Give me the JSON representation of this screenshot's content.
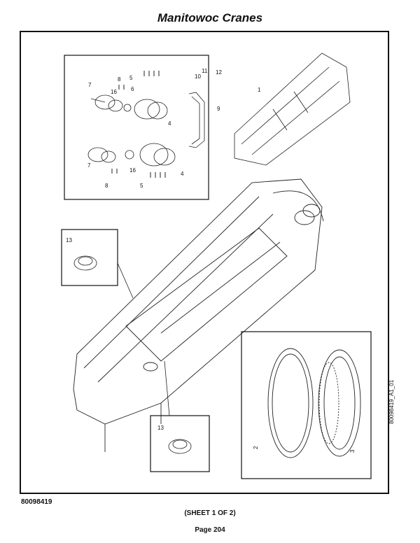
{
  "header": {
    "title": "Manitowoc Cranes"
  },
  "footer": {
    "doc_number": "80098419",
    "sheet": "(SHEET 1 OF 2)",
    "page": "Page 204"
  },
  "figure": {
    "figure_id": "80098419_A1_01",
    "callouts": [
      "1",
      "2",
      "3",
      "4",
      "4",
      "5",
      "5",
      "6",
      "7",
      "7",
      "8",
      "8",
      "9",
      "10",
      "11",
      "12",
      "13",
      "13",
      "16",
      "16"
    ]
  }
}
